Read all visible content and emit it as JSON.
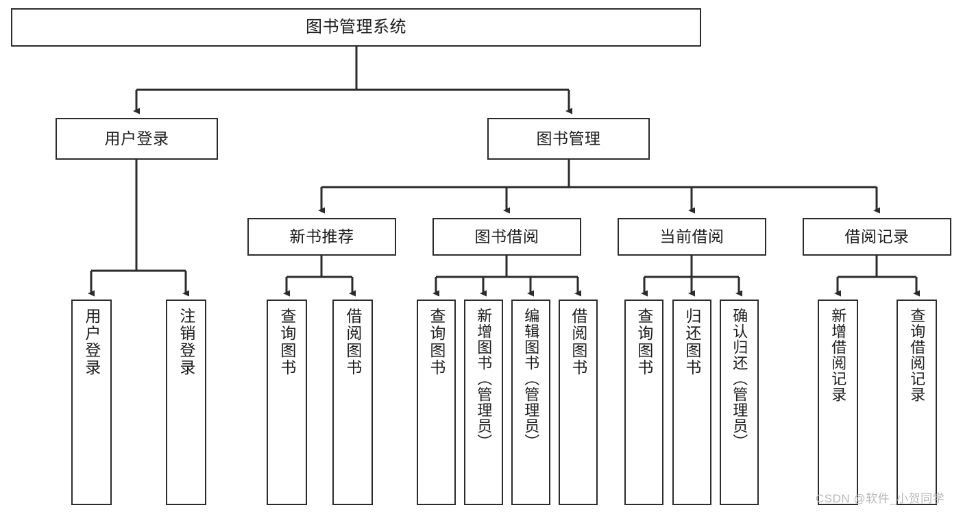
{
  "diagram": {
    "title": "图书管理系统",
    "type": "function-structure-tree",
    "stroke_color": "#2b2b2b",
    "fill_color": "#ffffff",
    "text_color": "#1d1d1d",
    "watermark": "CSDN @软件_小贺同学",
    "levels": [
      {
        "level": 1,
        "nodes": [
          {
            "id": "root",
            "label": "图书管理系统"
          }
        ]
      },
      {
        "level": 2,
        "nodes": [
          {
            "id": "user-login",
            "label": "用户登录",
            "parent": "root"
          },
          {
            "id": "book-manage",
            "label": "图书管理",
            "parent": "root"
          }
        ]
      },
      {
        "level": 3,
        "nodes": [
          {
            "id": "new-book-rec",
            "label": "新书推荐",
            "parent": "book-manage"
          },
          {
            "id": "book-borrow",
            "label": "图书借阅",
            "parent": "book-manage"
          },
          {
            "id": "current-borrow",
            "label": "当前借阅",
            "parent": "book-manage"
          },
          {
            "id": "borrow-record",
            "label": "借阅记录",
            "parent": "book-manage"
          }
        ]
      },
      {
        "level": 4,
        "nodes": [
          {
            "id": "leaf-user-login",
            "label": "用户登录",
            "parent": "user-login"
          },
          {
            "id": "leaf-user-logout",
            "label": "注销登录",
            "parent": "user-login"
          },
          {
            "id": "leaf-rec-query",
            "label": "查询图书",
            "parent": "new-book-rec"
          },
          {
            "id": "leaf-rec-borrow",
            "label": "借阅图书",
            "parent": "new-book-rec"
          },
          {
            "id": "leaf-borrow-query",
            "label": "查询图书",
            "parent": "book-borrow"
          },
          {
            "id": "leaf-borrow-add",
            "label": "新增图书（管理员）",
            "parent": "book-borrow"
          },
          {
            "id": "leaf-borrow-edit",
            "label": "编辑图书（管理员）",
            "parent": "book-borrow"
          },
          {
            "id": "leaf-borrow-lend",
            "label": "借阅图书",
            "parent": "book-borrow"
          },
          {
            "id": "leaf-cur-query",
            "label": "查询图书",
            "parent": "current-borrow"
          },
          {
            "id": "leaf-cur-return",
            "label": "归还图书",
            "parent": "current-borrow"
          },
          {
            "id": "leaf-cur-confirm",
            "label": "确认归还（管理员）",
            "parent": "current-borrow"
          },
          {
            "id": "leaf-rec-add",
            "label": "新增借阅记录",
            "parent": "borrow-record"
          },
          {
            "id": "leaf-rec-search",
            "label": "查询借阅记录",
            "parent": "borrow-record"
          }
        ]
      }
    ]
  }
}
